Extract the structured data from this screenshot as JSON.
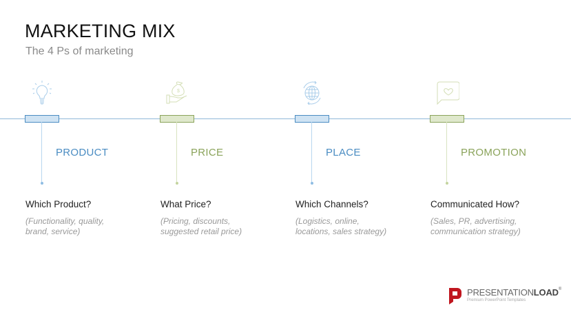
{
  "header": {
    "title": "MARKETING MIX",
    "subtitle": "The 4 Ps of marketing"
  },
  "colors": {
    "blue": "#4a8cc2",
    "green": "#8aa35a",
    "blue_fill": "#cfe3f3",
    "green_fill": "#dfe8cc",
    "timeline": "#8fb8d8"
  },
  "items": [
    {
      "label": "PRODUCT",
      "heading": "Which Product?",
      "desc1": "(Functionality, quality,",
      "desc2": "brand, service)",
      "icon": "lightbulb-icon",
      "color": "blue"
    },
    {
      "label": "PRICE",
      "heading": "What Price?",
      "desc1": "(Pricing, discounts,",
      "desc2": "suggested retail price)",
      "icon": "money-bag-hand-icon",
      "color": "green"
    },
    {
      "label": "PLACE",
      "heading": "Which Channels?",
      "desc1": "(Logistics, online,",
      "desc2": "locations, sales strategy)",
      "icon": "globe-arrows-icon",
      "color": "blue"
    },
    {
      "label": "PROMOTION",
      "heading": "Communicated How?",
      "desc1": "(Sales, PR, advertising,",
      "desc2": "communication strategy)",
      "icon": "heart-speech-bubble-icon",
      "color": "green"
    }
  ],
  "logo": {
    "name_light": "PRESENTATION",
    "name_bold": "LOAD",
    "registered": "®",
    "tagline": "Premium PowerPoint Templates"
  }
}
